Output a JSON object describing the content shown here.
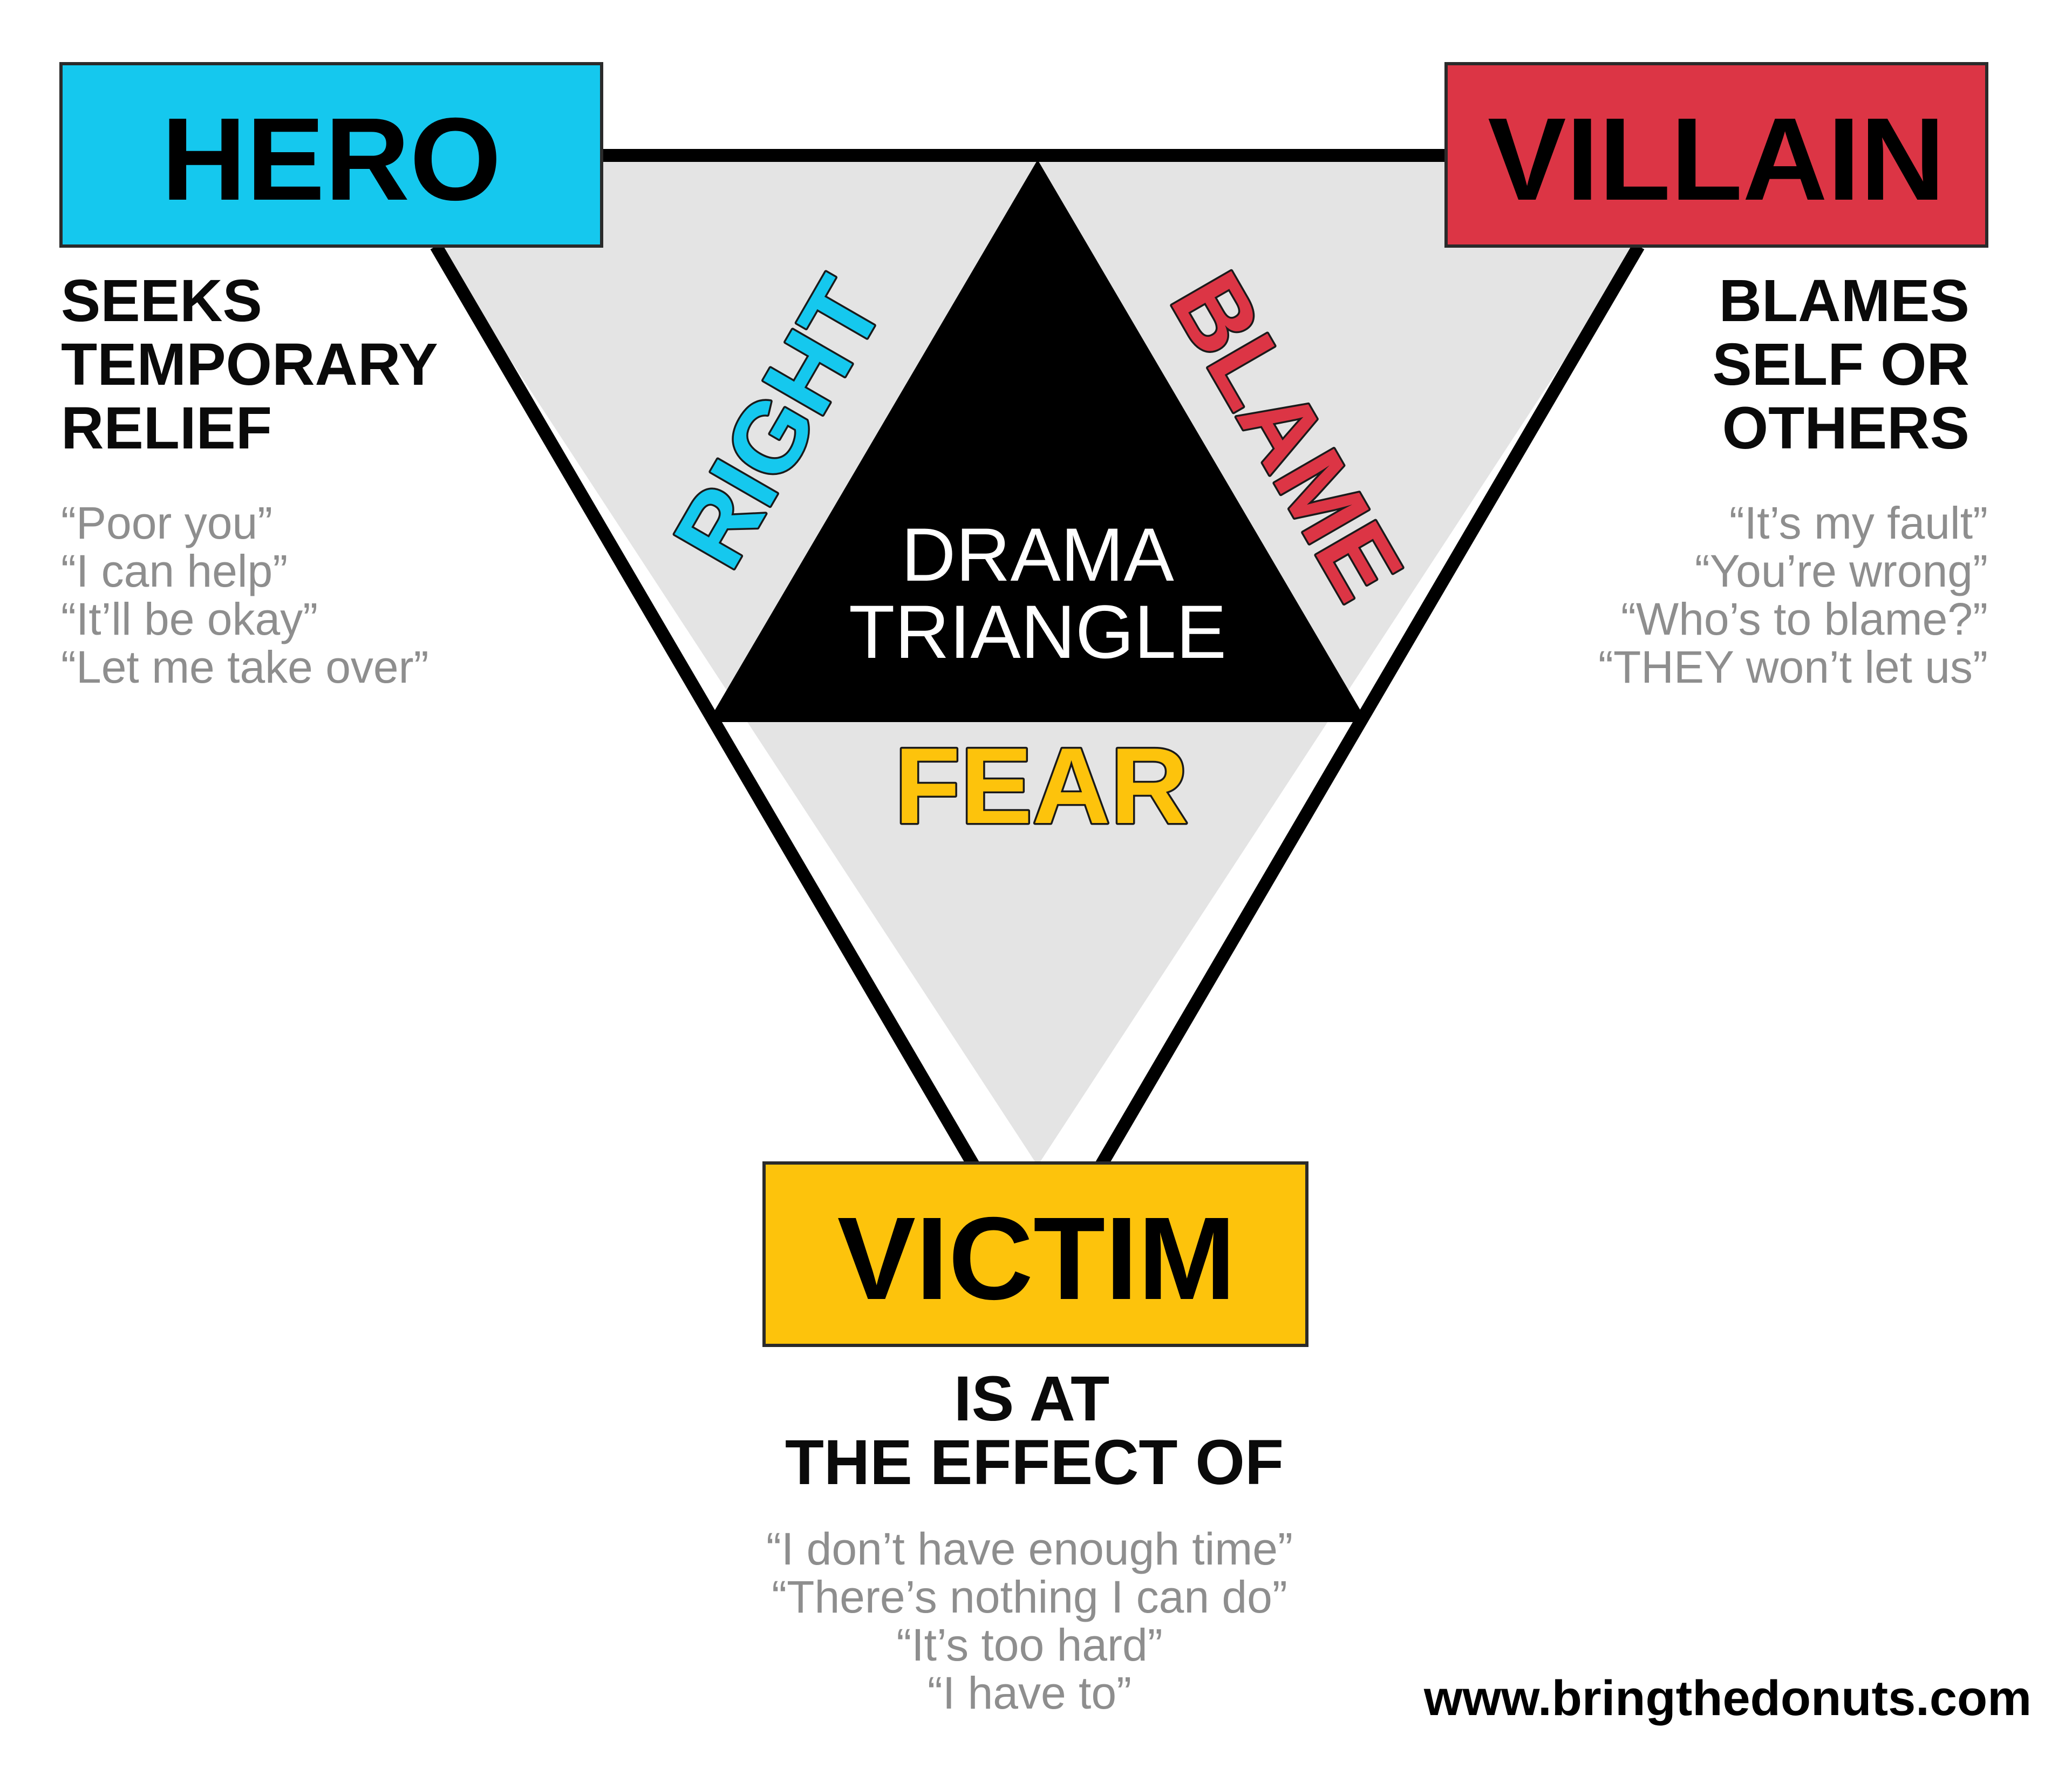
{
  "colors": {
    "hero": "#15C8EE",
    "villain": "#DC3545",
    "victim": "#FDC30C",
    "triangle_fill": "#E4E4E4",
    "center": "#000000",
    "quote_text": "#8E8E8E"
  },
  "center": {
    "title_line1": "DRAMA",
    "title_line2": "TRIANGLE"
  },
  "edges": {
    "left": "RIGHT",
    "right": "BLAME",
    "bottom": "FEAR"
  },
  "roles": {
    "hero": {
      "label": "HERO",
      "description": [
        "SEEKS",
        "TEMPORARY",
        "RELIEF"
      ],
      "quotes": [
        "“Poor you”",
        "“I can help”",
        "“It’ll be okay”",
        "“Let me take over”"
      ]
    },
    "villain": {
      "label": "VILLAIN",
      "description": [
        "BLAMES",
        "SELF OR",
        "OTHERS"
      ],
      "quotes": [
        "“It’s my fault”",
        "“You’re wrong”",
        "“Who’s to blame?”",
        "“THEY won’t let us”"
      ]
    },
    "victim": {
      "label": "VICTIM",
      "description": [
        "IS AT",
        "THE EFFECT OF"
      ],
      "quotes": [
        "“I don’t have enough time”",
        "“There’s nothing I can do”",
        "“It’s too hard”",
        "“I have to”"
      ]
    }
  },
  "footer": {
    "website": "www.bringthedonuts.com"
  }
}
